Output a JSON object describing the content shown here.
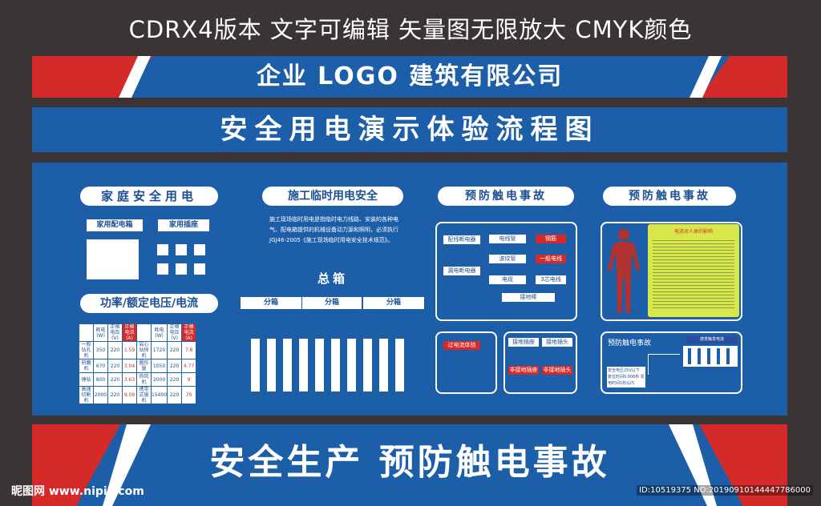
{
  "caption": "CDRX4版本  文字可编辑  矢量图无限放大  CMYK颜色",
  "company": "企业 LOGO 建筑有限公司",
  "title": "安全用电演示体验流程图",
  "sections": {
    "home": {
      "title": "家庭安全用电",
      "box1": "家用配电箱",
      "box2": "家用插座",
      "power_title": "功率/额定电压/电流"
    },
    "site": {
      "title": "施工临时用电安全",
      "desc": "施工现场临时用电是指临时电力线路、安装的各种电气、配电箱提供的机械设备动力源和照明，必须执行JGJ46-2005《施工现场临时用电安全技术规范》。",
      "main_box": "总箱",
      "sub_boxes": [
        "分箱",
        "分箱",
        "分箱"
      ]
    },
    "prevent1": {
      "title": "预防触电事故",
      "chips": {
        "breaker": "配线断电器",
        "leak": "漏电断电器",
        "pipe": "电线管",
        "corrugated": "波纹管",
        "cable": "电缆",
        "three_core": "3芯电线",
        "ground_rod": "接地棒",
        "steel": "钢筋",
        "normal_wire": "一般电线",
        "overcurrent": "过电流体验",
        "ground_socket": "接地插座",
        "ground_plug": "接地插头",
        "nonground_socket": "非接地插座",
        "nonground_plug": "非接地插头"
      }
    },
    "prevent2": {
      "title": "预防触电事故",
      "effect_title": "电流对人体的影响",
      "lower_title": "预防触电事故",
      "chart_title": "感觉触发电流",
      "safety_note": "安全电压25V以下 复位时间0.006秒 机电时间1秒以内"
    }
  },
  "power_table": {
    "headers": [
      "耗电(W)",
      "正格电压(V)",
      "正格电流(A)",
      "耗电(W)",
      "正格电压(V)",
      "正格电流(A)"
    ],
    "rows": [
      [
        "一般钻孔机",
        "350",
        "220",
        "1.59",
        "岩心钻探机",
        "1720",
        "220",
        "7.8"
      ],
      [
        "研磨机",
        "670",
        "220",
        "3.04",
        "圆形锯",
        "1050",
        "220",
        "4.77"
      ],
      [
        "锤钻",
        "800",
        "220",
        "3.63",
        "热风机",
        "2000",
        "220",
        "9"
      ],
      [
        "高速切割机",
        "2000",
        "220",
        "9.09",
        "携带式锯机",
        "15400",
        "220",
        "70"
      ]
    ]
  },
  "slogan": "安全生产  预防触电事故",
  "watermark_left": "昵图网 www.nipic.com",
  "watermark_right": "ID:10519375 NO:20190910144447786000",
  "colors": {
    "blue": "#1d5ea8",
    "red": "#d42a2a",
    "bg": "#3a3534"
  }
}
